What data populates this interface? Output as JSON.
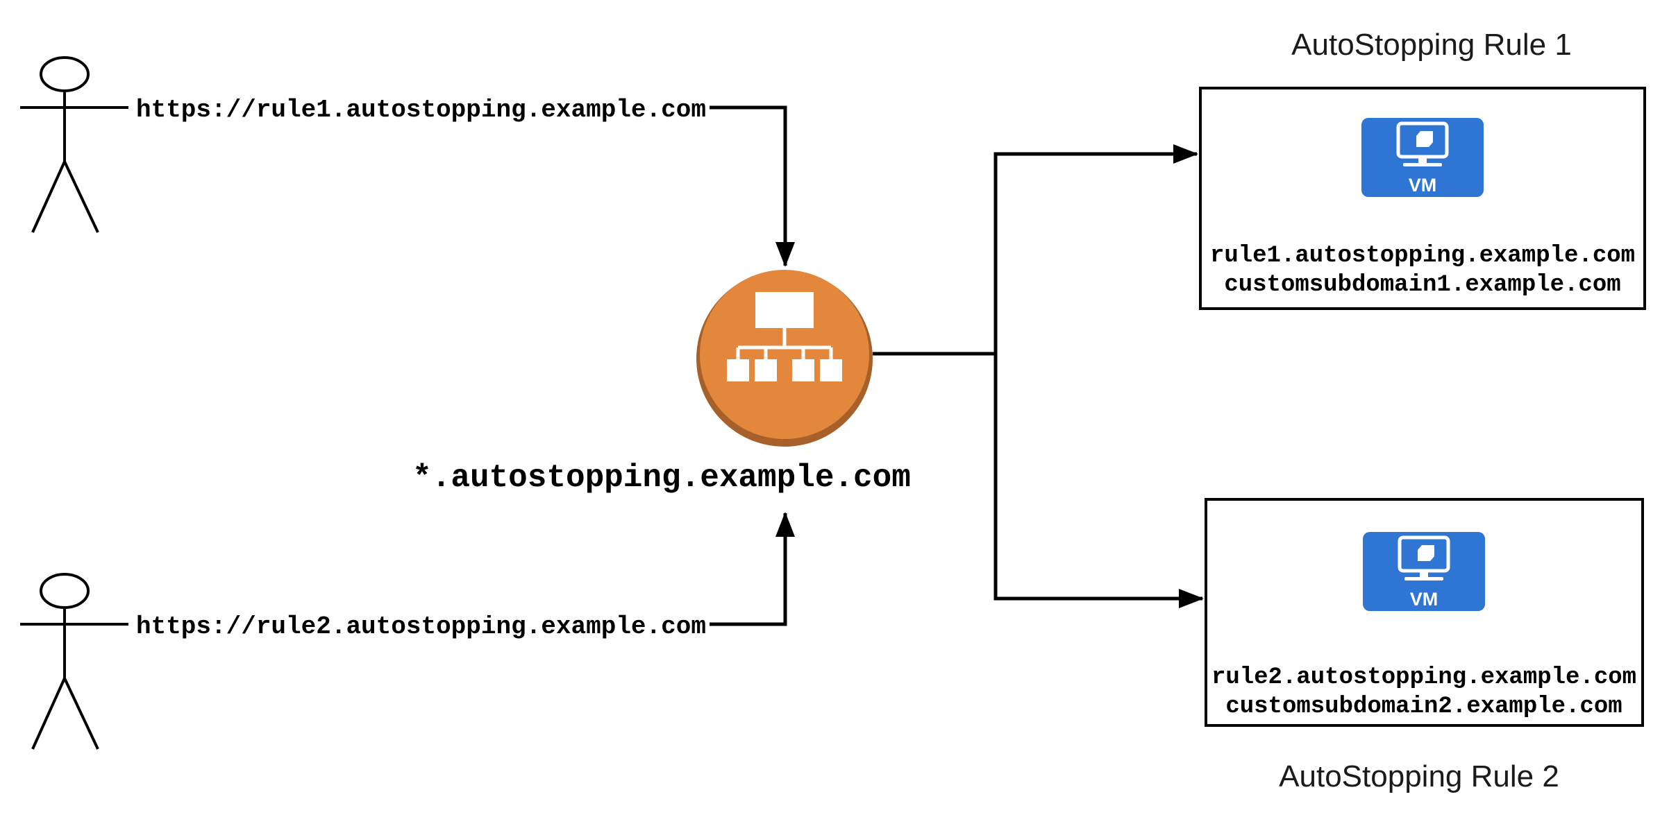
{
  "users": [
    {
      "url": "https://rule1.autostopping.example.com"
    },
    {
      "url": "https://rule2.autostopping.example.com"
    }
  ],
  "load_balancer": {
    "wildcard_domain": "*.autostopping.example.com",
    "icon": "load-balancer-icon"
  },
  "rules": [
    {
      "title": "AutoStopping Rule 1",
      "vm_label": "VM",
      "domains": [
        "rule1.autostopping.example.com",
        "customsubdomain1.example.com"
      ]
    },
    {
      "title": "AutoStopping Rule 2",
      "vm_label": "VM",
      "domains": [
        "rule2.autostopping.example.com",
        "customsubdomain2.example.com"
      ]
    }
  ],
  "icons": {
    "user": "person-icon",
    "load_balancer": "load-balancer-icon",
    "vm": "vm-icon"
  },
  "colors": {
    "lb_orange": "#E2873C",
    "lb_orange_dark": "#A8602A",
    "vm_blue": "#2E75D4",
    "line_black": "#000000"
  }
}
